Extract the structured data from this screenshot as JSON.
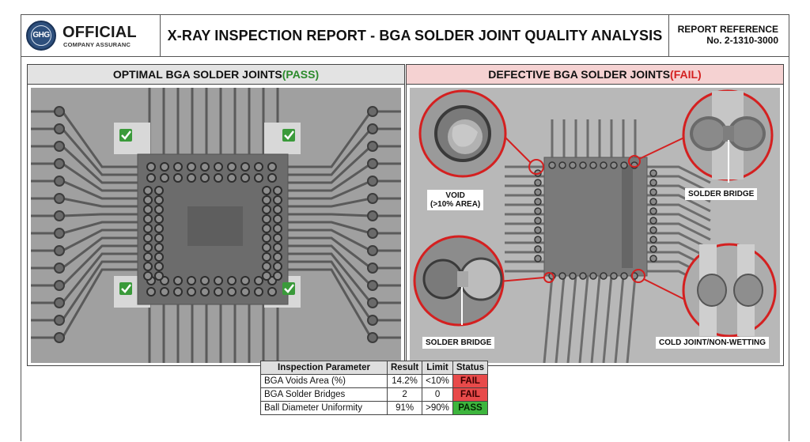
{
  "header": {
    "logo_seal_text": "GHG",
    "logo_title": "OFFICIAL",
    "logo_subtitle": "COMPANY ASSURANC",
    "title": "X-RAY INSPECTION REPORT - BGA SOLDER JOINT QUALITY ANALYSIS",
    "ref_label": "REPORT REFERENCE",
    "ref_number": "No. 2-1310-3000"
  },
  "left_panel": {
    "heading_prefix": "OPTIMAL BGA SOLDER JOINTS ",
    "heading_status": "(PASS)",
    "status_color": "#2b8a2b",
    "markers": [
      "check-icon",
      "check-icon",
      "check-icon",
      "check-icon"
    ]
  },
  "right_panel": {
    "heading_prefix": "DEFECTIVE BGA SOLDER JOINTS ",
    "heading_status": "(FAIL)",
    "status_color": "#d42020",
    "callouts": {
      "void": "VOID\n(>10% AREA)",
      "bridge_top": "SOLDER BRIDGE",
      "bridge_bottom": "SOLDER BRIDGE",
      "cold_joint": "COLD JOINT/NON-WETTING"
    }
  },
  "inspection_table": {
    "headers": {
      "parameter": "Inspection Parameter",
      "result": "Result",
      "limit": "Limit",
      "status": "Status"
    },
    "rows": [
      {
        "parameter": "BGA Voids Area (%)",
        "result": "14.2%",
        "limit": "<10%",
        "status": "FAIL"
      },
      {
        "parameter": "BGA Solder Bridges",
        "result": "2",
        "limit": "0",
        "status": "FAIL"
      },
      {
        "parameter": "Ball Diameter Uniformity",
        "result": "91%",
        "limit": ">90%",
        "status": "PASS"
      }
    ]
  },
  "colors": {
    "fail": "#e84a4a",
    "pass": "#3db53d",
    "callout_ring": "#d42020"
  }
}
